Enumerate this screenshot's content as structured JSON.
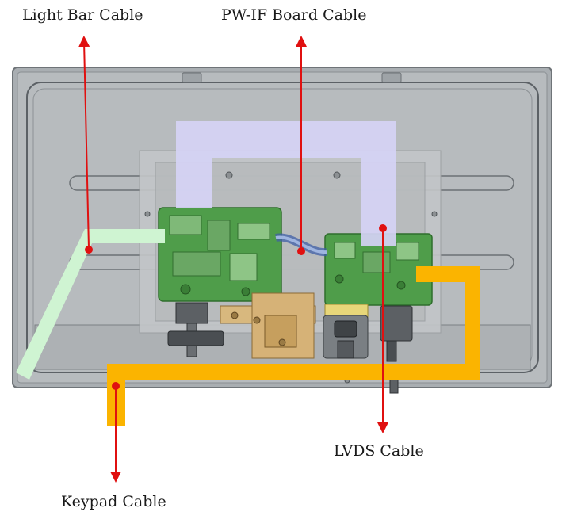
{
  "labels": {
    "light_bar_cable": "Light Bar Cable",
    "pw_if_board_cable": "PW-IF Board Cable",
    "lvds_cable": "LVDS Cable",
    "keypad_cable": "Keypad Cable"
  },
  "colors": {
    "panel_frame": "#9a9fa4",
    "panel_fill": "#b4b8bb",
    "light_bar_cable": "#cff4d2",
    "pw_if_board_cable": "#d5d3f5",
    "lvds_cable": "#d5d3f5",
    "keypad_cable": "#fbb400",
    "arrow": "#e01010",
    "pcb": "#4a9a46",
    "bracket": "#d6b277"
  }
}
